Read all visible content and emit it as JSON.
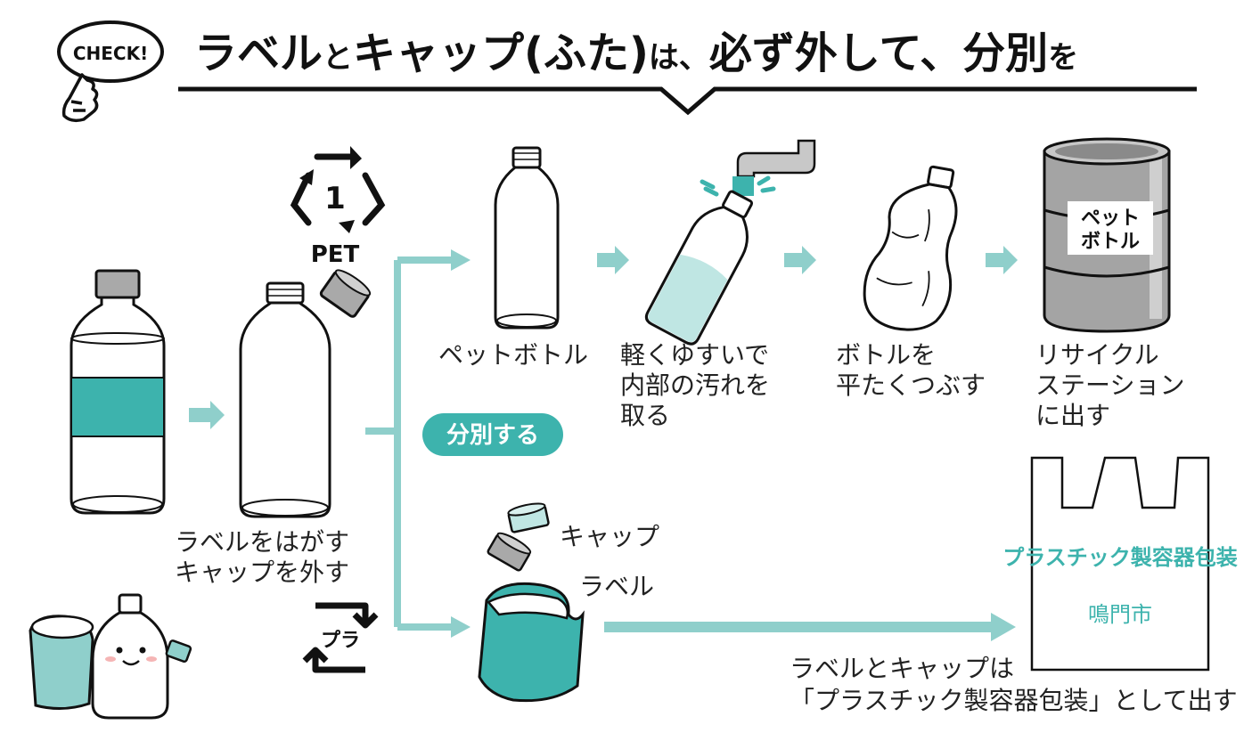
{
  "colors": {
    "teal": "#3db3ad",
    "teal_light": "#8fcfcb",
    "teal_pale": "#bfe6e3",
    "gray": "#9a9a9a",
    "dark": "#111111"
  },
  "header": {
    "check_badge": "CHECK!",
    "title_p1": "ラベル",
    "title_p2": "と",
    "title_p3": "キャップ(ふた)",
    "title_p4": "は、",
    "title_p5": "必ず外して、分別",
    "title_p6": "を"
  },
  "recycle_pet": {
    "number": "1",
    "label": "PET"
  },
  "recycle_pla": {
    "label": "プラ"
  },
  "step_remove": {
    "line1": "ラベルをはがす",
    "line2": "キャップを外す"
  },
  "badge_sort": "分別する",
  "steps": [
    {
      "line1": "ペットボトル",
      "line2": "",
      "line3": ""
    },
    {
      "line1": "軽くゆすいで",
      "line2": "内部の汚れを",
      "line3": "取る"
    },
    {
      "line1": "ボトルを",
      "line2": "平たくつぶす",
      "line3": ""
    },
    {
      "line1": "リサイクル",
      "line2": "ステーション",
      "line3": "に出す"
    }
  ],
  "drum_label": {
    "line1": "ペット",
    "line2": "ボトル"
  },
  "cap_label": "キャップ",
  "label_label": "ラベル",
  "bag": {
    "title": "プラスチック製容器包装",
    "city": "鳴門市"
  },
  "bottom_note": {
    "line1": "ラベルとキャップは",
    "line2": "「プラスチック製容器包装」として出す"
  }
}
